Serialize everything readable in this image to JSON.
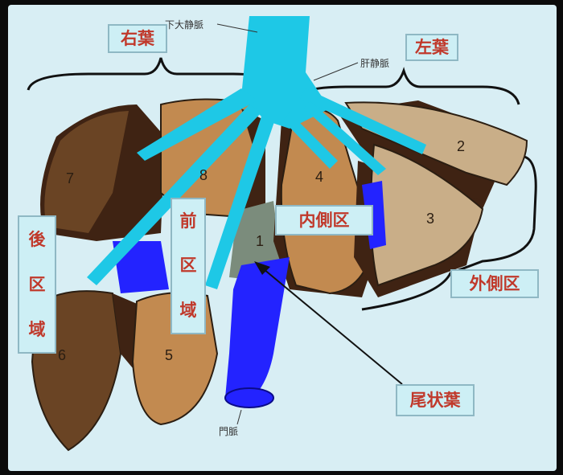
{
  "labels": {
    "right_lobe": "右葉",
    "left_lobe": "左葉",
    "ivc": "下大静脈",
    "hepatic_vein": "肝静脈",
    "portal_vein": "門脈",
    "medial_segment": "内側区",
    "lateral_segment": "外側区",
    "caudate_lobe": "尾状葉",
    "posterior_segment": [
      "後",
      "区",
      "域"
    ],
    "anterior_segment": [
      "前",
      "区",
      "域"
    ]
  },
  "segments": [
    "1",
    "2",
    "3",
    "4",
    "5",
    "6",
    "7",
    "8"
  ],
  "colors": {
    "background": "#d8eef4",
    "dark_liver": "#3f2313",
    "mid_liver": "#6a4424",
    "light_liver": "#c28a50",
    "tan_liver": "#c9ae88",
    "hepatic_vein": "#1ec8e6",
    "portal_vein": "#2323ff",
    "label_red": "#c0392b"
  }
}
